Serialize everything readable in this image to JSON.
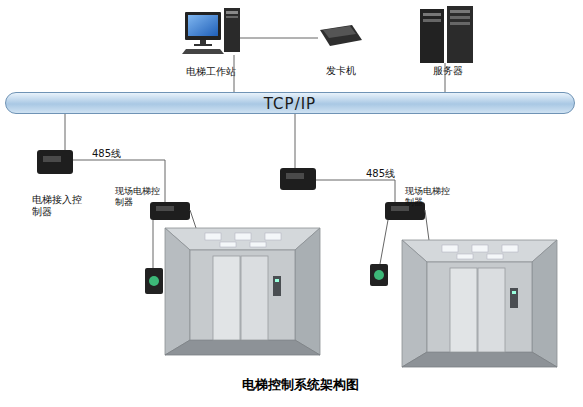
{
  "diagram": {
    "caption": "电梯控制系统架构图",
    "nodes": [
      {
        "text": [
          "电梯工作站"
        ]
      },
      {
        "text": [
          "发卡机"
        ]
      },
      {
        "text": [
          "服务器"
        ]
      },
      {
        "text": [
          "TCP/IP"
        ]
      },
      {
        "text": [
          "电梯接入控制器"
        ]
      },
      {
        "text": [
          "现场电梯控制器"
        ]
      },
      {
        "text": [
          "现场电梯控制器"
        ]
      }
    ],
    "edges": [
      {
        "from": 0,
        "to": 3,
        "arrow": "none"
      },
      {
        "from": 0,
        "to": 1,
        "arrow": "none"
      },
      {
        "from": 2,
        "to": 3,
        "arrow": "none"
      },
      {
        "from": 3,
        "to": 4,
        "arrow": "none"
      },
      {
        "from": 4,
        "to": 5,
        "label": "485线",
        "arrow": "none"
      }
    ],
    "labels": [
      "485线"
    ]
  }
}
